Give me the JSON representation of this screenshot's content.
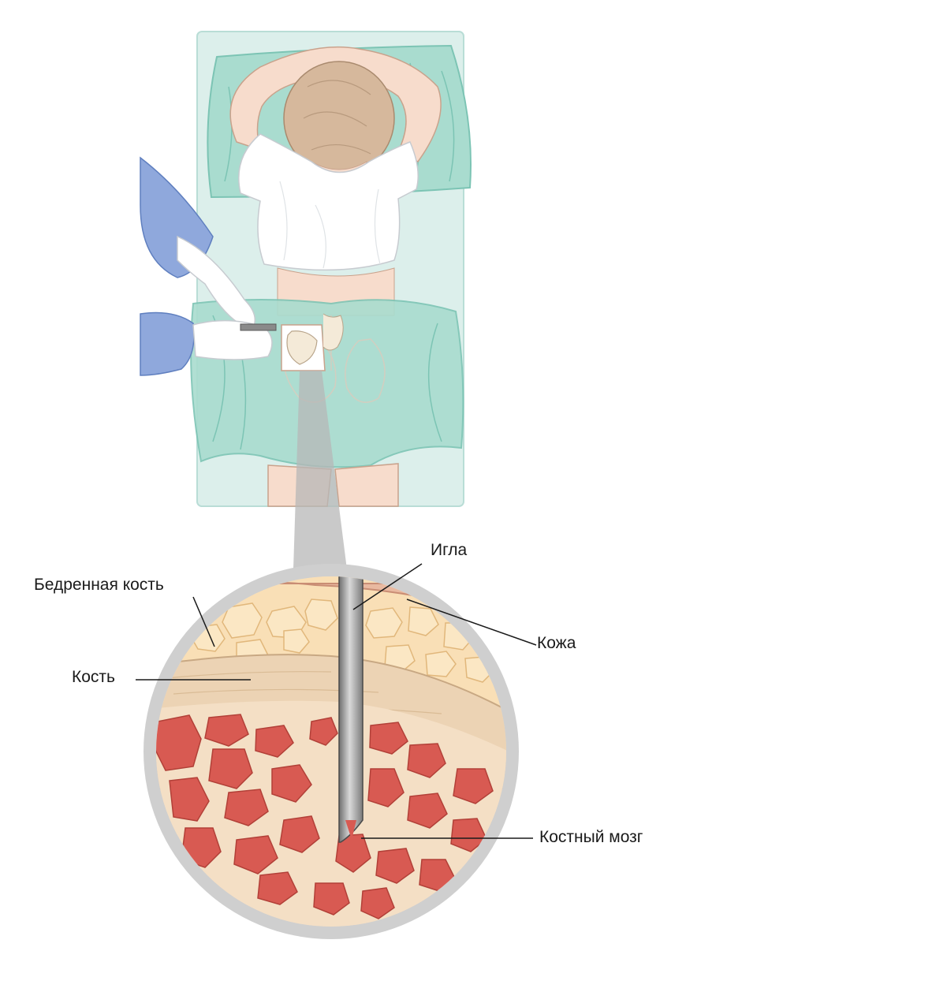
{
  "labels": {
    "needle": "Игла",
    "femur": "Бедренная кость",
    "skin": "Кожа",
    "bone": "Кость",
    "marrow": "Костный мозг"
  },
  "colors": {
    "bed": "#dcefeb",
    "sheet": "#a9dccf",
    "skin": "#f7dccc",
    "hair": "#d6b89c",
    "glove": "#8fa8dc",
    "fat": "#f9dfb6",
    "bone": "#ecd3b4",
    "marrow": "#d85a52",
    "lens_ring": "#cfcfcf",
    "needle": "#8a8a8a"
  }
}
